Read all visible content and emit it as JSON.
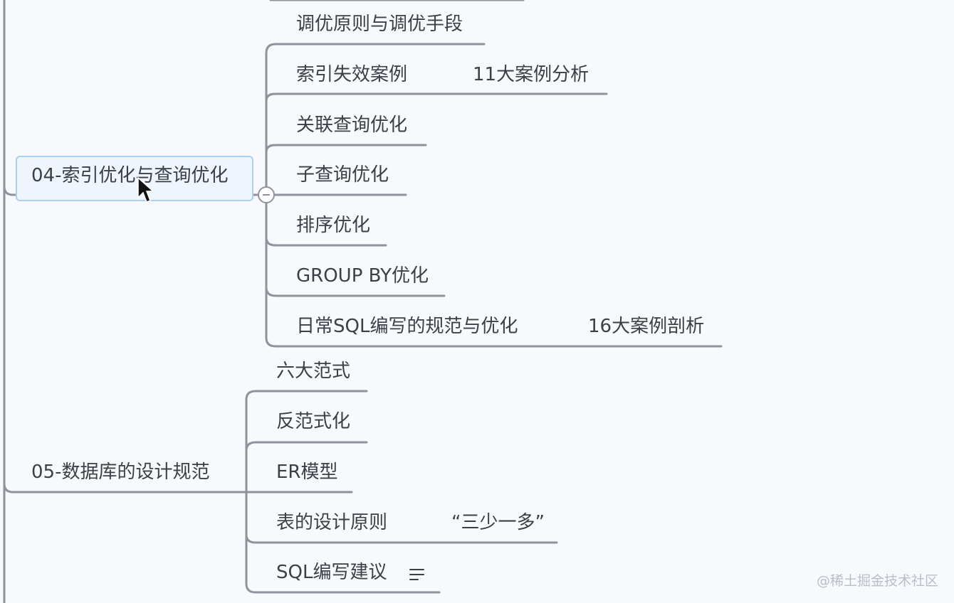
{
  "topics": {
    "t04": {
      "label": "04-索引优化与查询优化"
    },
    "t05": {
      "label": "05-数据库的设计规范"
    }
  },
  "t04_children": [
    {
      "label": "调优原则与调优手段"
    },
    {
      "label": "索引失效案例",
      "note": "11大案例分析"
    },
    {
      "label": "关联查询优化"
    },
    {
      "label": "子查询优化"
    },
    {
      "label": "排序优化"
    },
    {
      "label": "GROUP BY优化"
    },
    {
      "label": "日常SQL编写的规范与优化",
      "note": "16大案例剖析"
    }
  ],
  "t05_children": [
    {
      "label": "六大范式"
    },
    {
      "label": "反范式化"
    },
    {
      "label": "ER模型"
    },
    {
      "label": "表的设计原则",
      "note": "“三少一多”"
    },
    {
      "label": "SQL编写建议"
    }
  ],
  "icons": {
    "collapse": "collapse-minus-icon",
    "cursor": "mouse-pointer-icon",
    "note": "notes-lines-icon"
  },
  "watermark": "@稀土掘金技术社区",
  "colors": {
    "line": "#8e939c",
    "selection_border": "#a9d1f5",
    "text": "#3c3f46"
  }
}
